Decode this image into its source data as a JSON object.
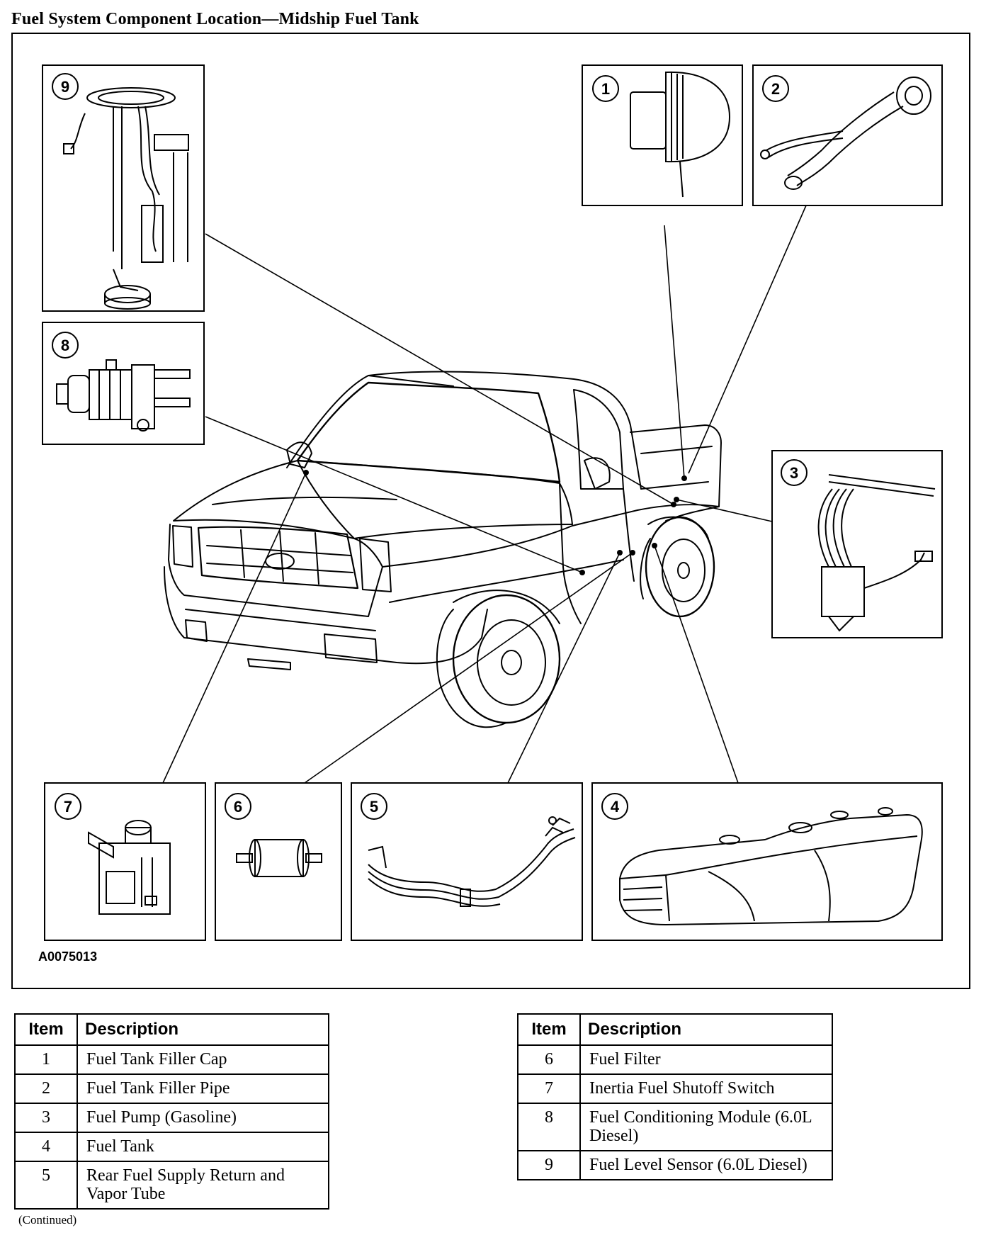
{
  "title": "Fuel System Component Location—Midship Fuel Tank",
  "figure_code": "A0075013",
  "callouts": [
    "1",
    "2",
    "3",
    "4",
    "5",
    "6",
    "7",
    "8",
    "9"
  ],
  "legend_left": {
    "headers": {
      "item": "Item",
      "description": "Description"
    },
    "rows": [
      {
        "item": "1",
        "description": "Fuel Tank Filler Cap"
      },
      {
        "item": "2",
        "description": "Fuel Tank Filler Pipe"
      },
      {
        "item": "3",
        "description": "Fuel Pump (Gasoline)"
      },
      {
        "item": "4",
        "description": "Fuel Tank"
      },
      {
        "item": "5",
        "description": "Rear Fuel Supply Return and Vapor Tube"
      }
    ]
  },
  "legend_right": {
    "headers": {
      "item": "Item",
      "description": "Description"
    },
    "rows": [
      {
        "item": "6",
        "description": "Fuel Filter"
      },
      {
        "item": "7",
        "description": "Inertia Fuel Shutoff Switch"
      },
      {
        "item": "8",
        "description": "Fuel Conditioning Module (6.0L Diesel)"
      },
      {
        "item": "9",
        "description": "Fuel Level Sensor (6.0L Diesel)"
      }
    ]
  },
  "continued_note": "(Continued)"
}
